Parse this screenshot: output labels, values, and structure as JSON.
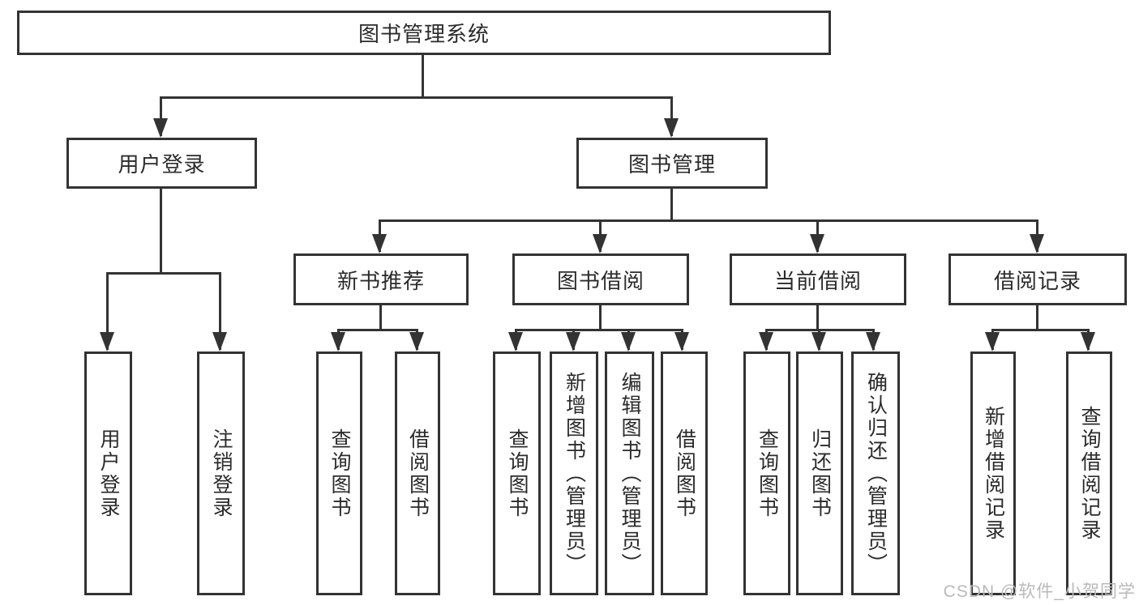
{
  "nodes": {
    "root": {
      "label": "图书管理系统"
    },
    "user_login": {
      "label": "用户登录"
    },
    "book_mgmt": {
      "label": "图书管理"
    },
    "new_book_rec": {
      "label": "新书推荐"
    },
    "book_borrow": {
      "label": "图书借阅"
    },
    "current_borrow": {
      "label": "当前借阅"
    },
    "borrow_records": {
      "label": "借阅记录"
    },
    "leaf_user_login": {
      "label": "用户登录"
    },
    "leaf_logout": {
      "label": "注销登录"
    },
    "nbr_query_books": {
      "label": "查询图书"
    },
    "nbr_borrow_books": {
      "label": "借阅图书"
    },
    "bb_query_books": {
      "label": "查询图书"
    },
    "bb_add_books": {
      "label": "新增图书（管理员）"
    },
    "bb_edit_books": {
      "label": "编辑图书（管理员）"
    },
    "bb_borrow_books": {
      "label": "借阅图书"
    },
    "cb_query_books": {
      "label": "查询图书"
    },
    "cb_return_books": {
      "label": "归还图书"
    },
    "cb_confirm_return": {
      "label": "确认归还（管理员）"
    },
    "br_add_record": {
      "label": "新增借阅记录"
    },
    "br_query_record": {
      "label": "查询借阅记录"
    }
  },
  "watermark": {
    "text": "CSDN @软件_小贺同学"
  },
  "colors": {
    "line": "#333333",
    "text": "#2b2b2b",
    "box_background": "#ffffff",
    "page_background": "#ffffff",
    "watermark": "#b9b9b9"
  }
}
